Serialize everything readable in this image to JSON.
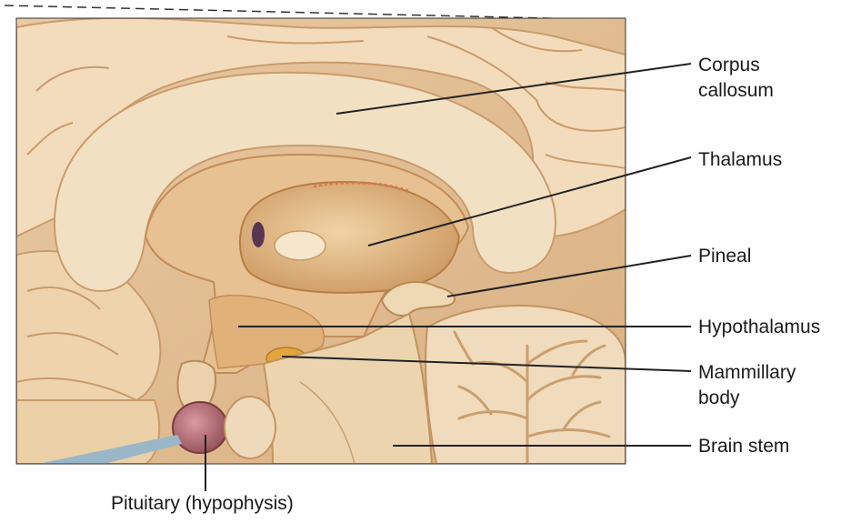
{
  "figure": {
    "labels": {
      "corpus_callosum": [
        "Corpus",
        "callosum"
      ],
      "thalamus": "Thalamus",
      "pineal": "Pineal",
      "hypothalamus": "Hypothalamus",
      "mammillary_body": [
        "Mammillary",
        "body"
      ],
      "brain_stem": "Brain stem",
      "pituitary": "Pituitary (hypophysis)"
    },
    "colors": {
      "background_tissue": "#e8c8a0",
      "gyri_light": "#f3dcbc",
      "corpus_callosum": "#f2e0c2",
      "thalamus": "#dfb27a",
      "ventricle": "#c9965e",
      "pituitary": "#a8626a",
      "cerebellum": "#f1dbbd",
      "mammillary": "#e3a63c",
      "leader_lines": "#222222"
    }
  }
}
